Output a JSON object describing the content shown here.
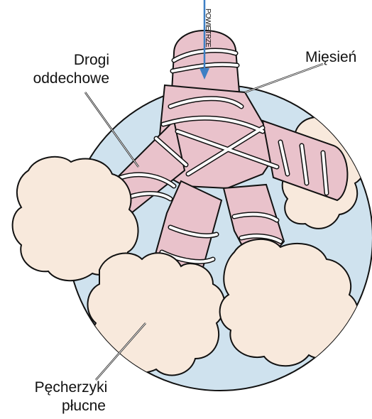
{
  "labels": {
    "airways": [
      "Drogi",
      "oddechowe"
    ],
    "muscle": "Mięsień",
    "alveoli": [
      "Pęcherzyki",
      "płucne"
    ],
    "airflow": "POWIETRZE"
  },
  "colors": {
    "circle_fill": "#cfe2ee",
    "airway_fill": "#e9c2cb",
    "alveoli_fill": "#f8e9dc",
    "muscle_band": "#ffffff",
    "arrow": "#3d7fc4",
    "outline": "#111111"
  }
}
